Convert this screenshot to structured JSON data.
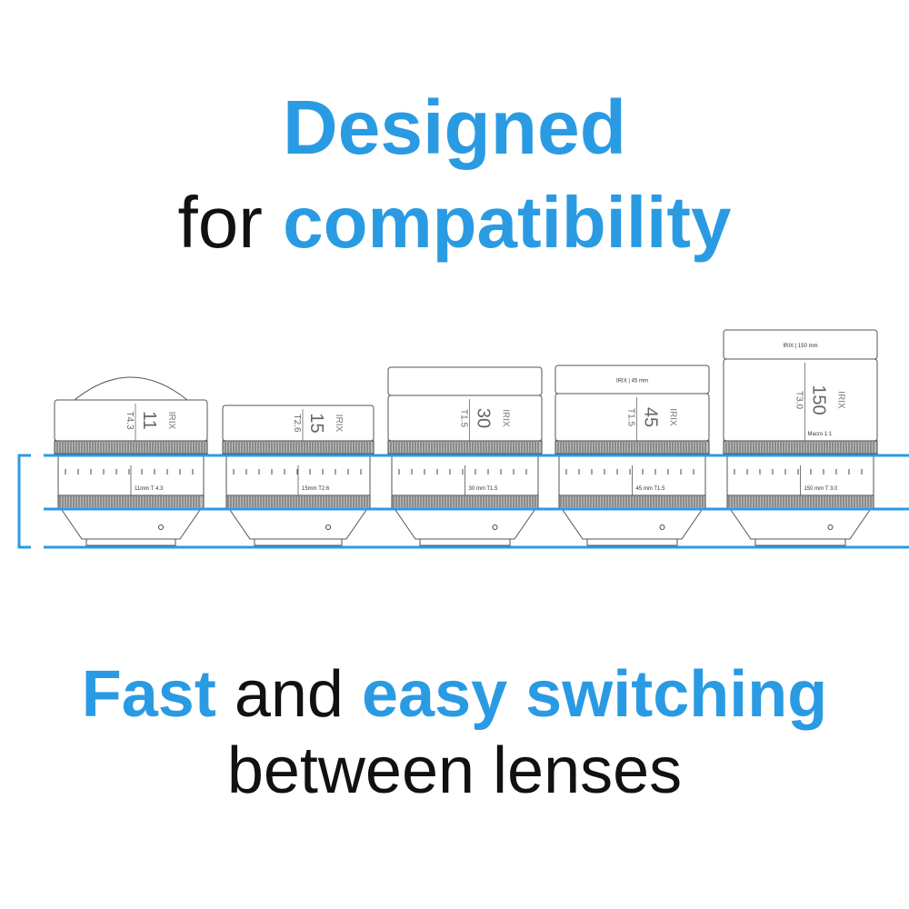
{
  "headline": {
    "line1": "Designed",
    "line2_prefix": "for",
    "line2_emphasis": "compatibility",
    "line3_word1": "Fast",
    "line3_word2": "and",
    "line3_word3": "easy switching",
    "line4": "between lenses"
  },
  "colors": {
    "accent": "#2a9be3",
    "text": "#111111",
    "outline": "#555555"
  },
  "lenses": [
    {
      "brand": "IRIX",
      "focal": "11",
      "tstop": "T4.3",
      "barrel_label": "11mm T 4.3",
      "top_label": "",
      "extra_label": "",
      "cap": "dome"
    },
    {
      "brand": "IRIX",
      "focal": "15",
      "tstop": "T2.6",
      "barrel_label": "15mm T2.6",
      "top_label": "",
      "extra_label": "",
      "cap": "none"
    },
    {
      "brand": "IRIX",
      "focal": "30",
      "tstop": "T1.5",
      "barrel_label": "30 mm T1.5",
      "top_label": "",
      "extra_label": "",
      "cap": "hood"
    },
    {
      "brand": "IRIX",
      "focal": "45",
      "tstop": "T1.5",
      "barrel_label": "45 mm T1.5",
      "top_label": "IRIX | 45 mm",
      "extra_label": "",
      "cap": "hood"
    },
    {
      "brand": "IRIX",
      "focal": "150",
      "tstop": "T3.0",
      "barrel_label": "150 mm T 3.0",
      "top_label": "IRIX | 150 mm",
      "extra_label": "Macro 1:1",
      "cap": "tallhood"
    }
  ]
}
